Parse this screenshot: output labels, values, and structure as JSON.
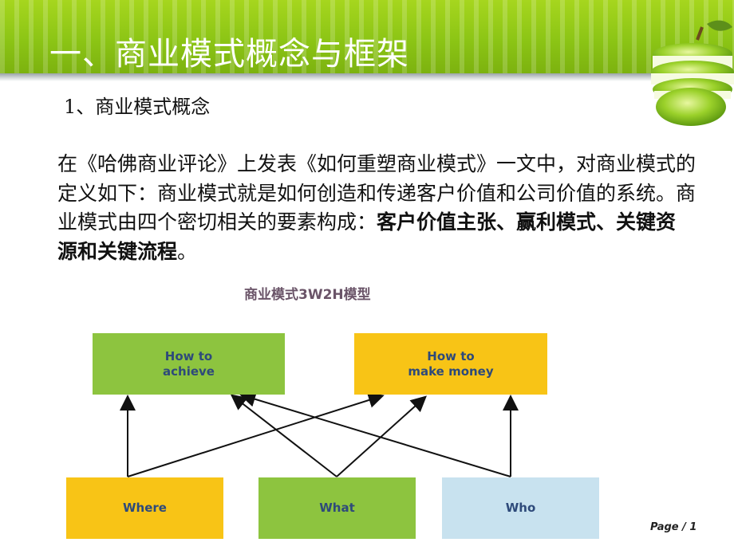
{
  "slide": {
    "title": "一、商业模式概念与框架",
    "subheading": "1、商业模式概念",
    "paragraph_lead": "在《哈佛商业评论》上发表《如何重塑商业模式》一文中，对商业模式的定义如下：商业模式就是如何创造和传递客户价值和公司价值的系统。商业模式由四个密切相关的要素构成：",
    "paragraph_emphasis": "客户价值主张、赢利模式、关键资源和关键流程",
    "paragraph_end": "。",
    "page_label": "Page / 1"
  },
  "diagram": {
    "title": "商业模式3W2H模型",
    "top_left": "How to\nachieve",
    "top_right": "How to\nmake money",
    "bottom_left": "Where",
    "bottom_middle": "What",
    "bottom_right": "Who"
  },
  "colors": {
    "banner_green": "#8cc515",
    "box_green": "#8dc43f",
    "box_yellow": "#f8c416",
    "box_blue": "#c8e2ef"
  }
}
